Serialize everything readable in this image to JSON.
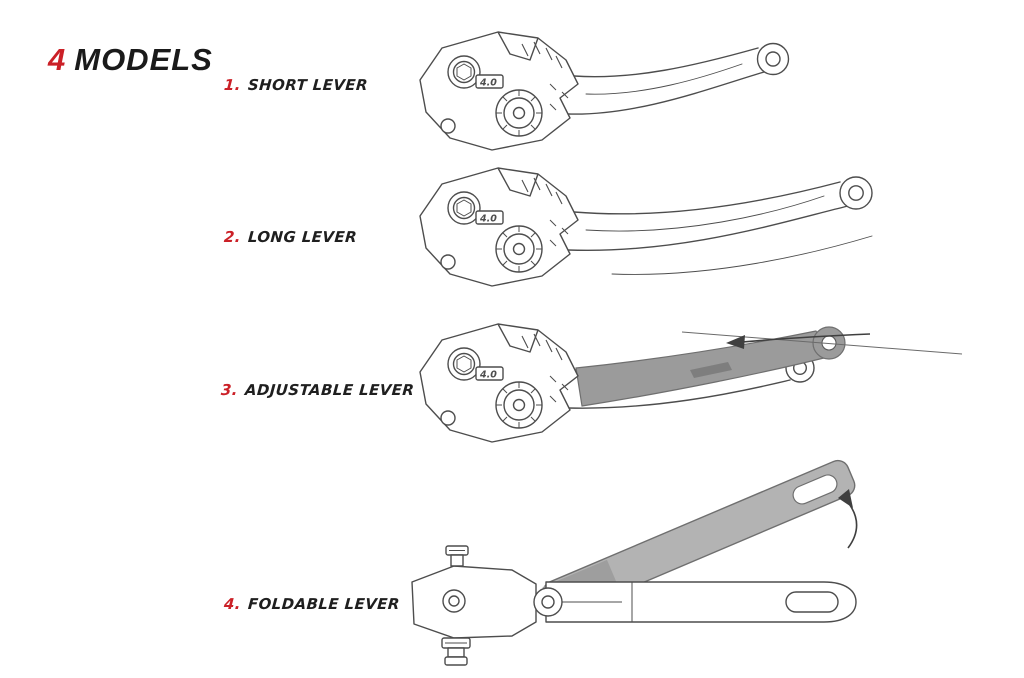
{
  "title": {
    "number": "4",
    "word": "MODELS"
  },
  "models": [
    {
      "number": "1.",
      "name": "SHORT LEVER"
    },
    {
      "number": "2.",
      "name": "LONG LEVER"
    },
    {
      "number": "3.",
      "name": "ADJUSTABLE LEVER"
    },
    {
      "number": "4.",
      "name": "FOLDABLE LEVER"
    }
  ],
  "illustration": {
    "dial_value": "4.0",
    "colors": {
      "accent_red": "#cb2027",
      "line": "#4d4d4d",
      "adjustable_blade_fill": "#9b9b9b",
      "foldable_blade_fill": "#b3b3b3"
    }
  }
}
